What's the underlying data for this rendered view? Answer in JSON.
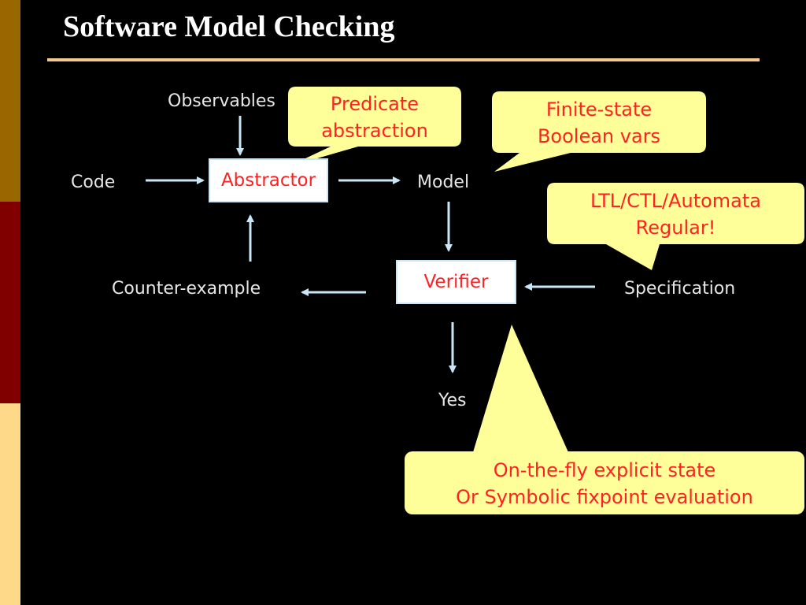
{
  "slide": {
    "title": "Software Model Checking",
    "side_colors": [
      "#996600",
      "#800000",
      "#ffd98a"
    ],
    "rule_color": "#f5c98b"
  },
  "diagram": {
    "nodes": {
      "observables": "Observables",
      "code": "Code",
      "abstractor": "Abstractor",
      "model": "Model",
      "verifier": "Verifier",
      "counter_example": "Counter-example",
      "specification": "Specification",
      "yes": "Yes"
    },
    "callouts": {
      "predicate": [
        "Predicate",
        "abstraction"
      ],
      "finite_state": [
        "Finite-state",
        "Boolean vars"
      ],
      "ltl": [
        "LTL/CTL/Automata",
        "Regular!"
      ],
      "on_the_fly": [
        "On-the-fly explicit state",
        "Or Symbolic fixpoint evaluation"
      ]
    },
    "edges": [
      {
        "from": "observables",
        "to": "abstractor"
      },
      {
        "from": "code",
        "to": "abstractor"
      },
      {
        "from": "abstractor",
        "to": "model"
      },
      {
        "from": "counter_example",
        "to": "abstractor"
      },
      {
        "from": "model",
        "to": "verifier"
      },
      {
        "from": "specification",
        "to": "verifier"
      },
      {
        "from": "verifier",
        "to": "counter_example"
      },
      {
        "from": "verifier",
        "to": "yes"
      }
    ],
    "colors": {
      "callout_fill": "#ffff99",
      "callout_text": "#ff2222",
      "arrow": "#c8e6f5",
      "box_fill": "#ffffff",
      "label": "#e6e6e6"
    }
  }
}
